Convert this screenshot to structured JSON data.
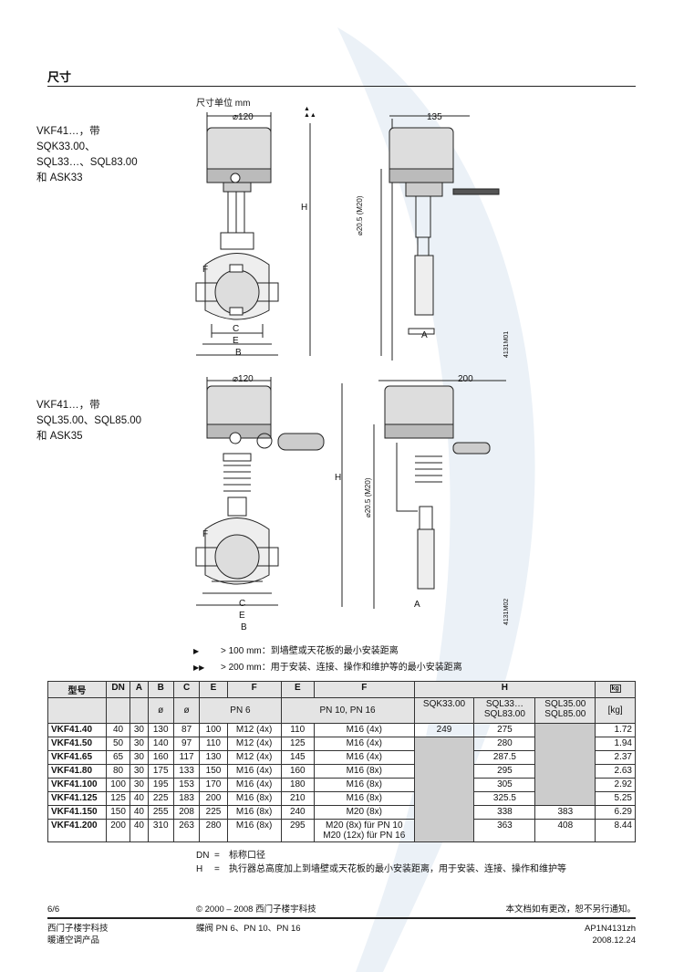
{
  "header": {
    "title": "尺寸",
    "unit_note": "尺寸单位 mm"
  },
  "diagram1": {
    "label_lines": [
      "VKF41…，带",
      "SQK33.00、",
      "SQL33…、SQL83.00",
      "和 ASK33"
    ],
    "dim_width_front": "⌀120",
    "dim_width_side": "135",
    "dim_h": "H",
    "dim_stem": "⌀20.5 (M20)",
    "dim_f": "F",
    "dim_c": "C",
    "dim_e": "E",
    "dim_b": "B",
    "dim_a": "A",
    "code": "4131M01"
  },
  "diagram2": {
    "label_lines": [
      "VKF41…，带",
      "SQL35.00、SQL85.00",
      "和 ASK35"
    ],
    "dim_width_front": "⌀120",
    "dim_width_side": "200",
    "dim_h": "H",
    "dim_stem": "⌀20.5 (M20)",
    "dim_f": "F",
    "dim_c": "C",
    "dim_e": "E",
    "dim_b": "B",
    "dim_a": "A",
    "code": "4131M02"
  },
  "legend": [
    {
      "marker": "▶",
      "text": "> 100 mm：到墙壁或天花板的最小安装距离"
    },
    {
      "marker": "▶▶",
      "text": "> 200 mm：用于安装、连接、操作和维护等的最小安装距离"
    }
  ],
  "table": {
    "headers": {
      "type": "型号",
      "dn": "DN",
      "a": "A",
      "b": "B",
      "c": "C",
      "e": "E",
      "f": "F",
      "e2": "E",
      "f2": "F",
      "h": "H",
      "weight_icon": "kg",
      "b_sub": "ø",
      "c_sub": "ø",
      "pn6": "PN 6",
      "pn1016": "PN 10, PN 16",
      "sqk": "SQK33.00",
      "sql33": "SQL33…\nSQL83.00",
      "sql35": "SQL35.00\nSQL85.00",
      "kg": "[kg]"
    },
    "rows": [
      {
        "type": "VKF41.40",
        "dn": "40",
        "a": "30",
        "b": "130",
        "c": "87",
        "e": "100",
        "f": "M12 (4x)",
        "e2": "110",
        "f2": "M16 (4x)",
        "sqk": "249",
        "sql33": "275",
        "sql35": "",
        "kg": "1.72"
      },
      {
        "type": "VKF41.50",
        "dn": "50",
        "a": "30",
        "b": "140",
        "c": "97",
        "e": "110",
        "f": "M12 (4x)",
        "e2": "125",
        "f2": "M16 (4x)",
        "sqk": "",
        "sql33": "280",
        "sql35": "",
        "kg": "1.94"
      },
      {
        "type": "VKF41.65",
        "dn": "65",
        "a": "30",
        "b": "160",
        "c": "117",
        "e": "130",
        "f": "M12 (4x)",
        "e2": "145",
        "f2": "M16 (4x)",
        "sqk": "",
        "sql33": "287.5",
        "sql35": "",
        "kg": "2.37"
      },
      {
        "type": "VKF41.80",
        "dn": "80",
        "a": "30",
        "b": "175",
        "c": "133",
        "e": "150",
        "f": "M16 (4x)",
        "e2": "160",
        "f2": "M16 (8x)",
        "sqk": "",
        "sql33": "295",
        "sql35": "",
        "kg": "2.63"
      },
      {
        "type": "VKF41.100",
        "dn": "100",
        "a": "30",
        "b": "195",
        "c": "153",
        "e": "170",
        "f": "M16 (4x)",
        "e2": "180",
        "f2": "M16 (8x)",
        "sqk": "",
        "sql33": "305",
        "sql35": "",
        "kg": "2.92"
      },
      {
        "type": "VKF41.125",
        "dn": "125",
        "a": "40",
        "b": "225",
        "c": "183",
        "e": "200",
        "f": "M16 (8x)",
        "e2": "210",
        "f2": "M16 (8x)",
        "sqk": "",
        "sql33": "325.5",
        "sql35": "",
        "kg": "5.25"
      },
      {
        "type": "VKF41.150",
        "dn": "150",
        "a": "40",
        "b": "255",
        "c": "208",
        "e": "225",
        "f": "M16 (8x)",
        "e2": "240",
        "f2": "M20 (8x)",
        "sqk": "",
        "sql33": "338",
        "sql35": "383",
        "kg": "6.29"
      },
      {
        "type": "VKF41.200",
        "dn": "200",
        "a": "40",
        "b": "310",
        "c": "263",
        "e": "280",
        "f": "M16 (8x)",
        "e2": "295",
        "f2": "M20 (8x) für PN 10\nM20 (12x) für PN 16",
        "sqk": "",
        "sql33": "363",
        "sql35": "408",
        "kg": "8.44"
      }
    ]
  },
  "notes": [
    {
      "key": "DN",
      "eq": "=",
      "text": "标称口径"
    },
    {
      "key": "H",
      "eq": "=",
      "text": "执行器总高度加上到墙壁或天花板的最小安装距离，用于安装、连接、操作和维护等"
    }
  ],
  "footer": {
    "page": "6/6",
    "copyright": "© 2000 – 2008 西门子楼宇科技",
    "disclaimer": "本文档如有更改，恕不另行通知。",
    "company": "西门子楼宇科技",
    "division": "暖通空调产品",
    "product": "蝶阀 PN 6、PN 10、PN 16",
    "doc_id": "AP1N4131zh",
    "date": "2008.12.24"
  }
}
